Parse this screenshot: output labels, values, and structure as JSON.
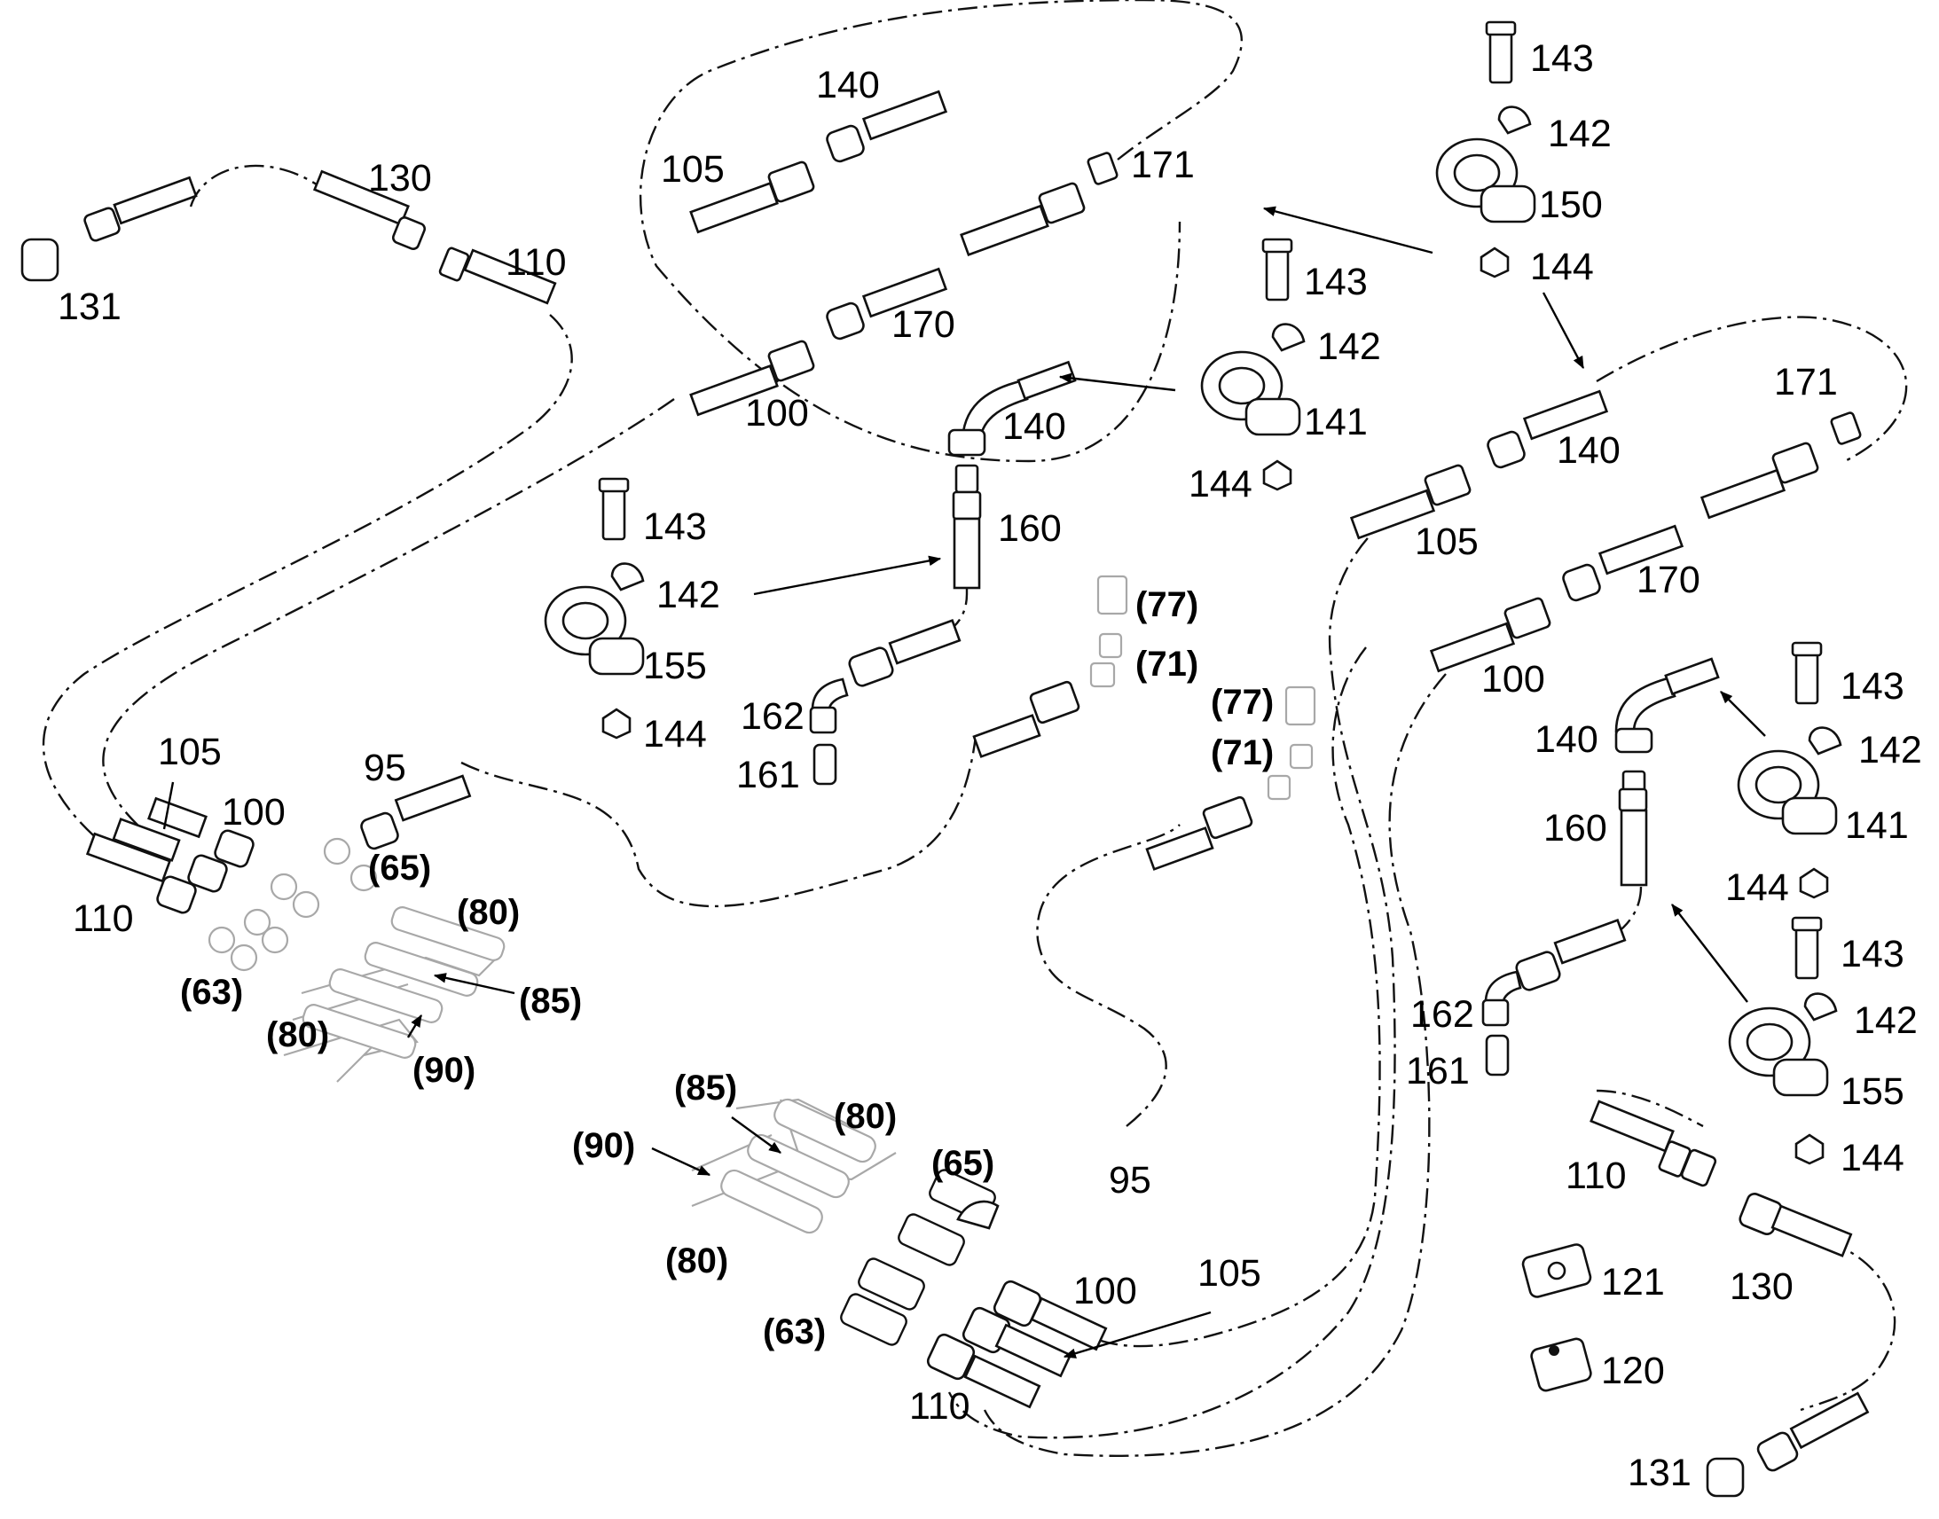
{
  "colors": {
    "line": "#111111",
    "reference_part": "#a8a8a8",
    "background": "#ffffff"
  },
  "labels": [
    {
      "id": "L140a",
      "text": "140"
    },
    {
      "id": "L105a",
      "text": "105"
    },
    {
      "id": "L171a",
      "text": "171"
    },
    {
      "id": "L130a",
      "text": "130"
    },
    {
      "id": "L131a",
      "text": "131"
    },
    {
      "id": "L110a",
      "text": "110"
    },
    {
      "id": "L170a",
      "text": "170"
    },
    {
      "id": "L100a",
      "text": "100"
    },
    {
      "id": "L143a",
      "text": "143"
    },
    {
      "id": "L142a",
      "text": "142"
    },
    {
      "id": "L150",
      "text": "150"
    },
    {
      "id": "L144a",
      "text": "144"
    },
    {
      "id": "L143b",
      "text": "143"
    },
    {
      "id": "L142b",
      "text": "142"
    },
    {
      "id": "L141a",
      "text": "141"
    },
    {
      "id": "L144b",
      "text": "144"
    },
    {
      "id": "L140b",
      "text": "140"
    },
    {
      "id": "L160a",
      "text": "160"
    },
    {
      "id": "L143c",
      "text": "143"
    },
    {
      "id": "L142c",
      "text": "142"
    },
    {
      "id": "L155a",
      "text": "155"
    },
    {
      "id": "L144c",
      "text": "144"
    },
    {
      "id": "L162a",
      "text": "162"
    },
    {
      "id": "L161a",
      "text": "161"
    },
    {
      "id": "L77a",
      "text": "(77)"
    },
    {
      "id": "L71a",
      "text": "(71)"
    },
    {
      "id": "L77b",
      "text": "(77)"
    },
    {
      "id": "L71b",
      "text": "(71)"
    },
    {
      "id": "L105b",
      "text": "105"
    },
    {
      "id": "L100b",
      "text": "100"
    },
    {
      "id": "L95a",
      "text": "95"
    },
    {
      "id": "L110b",
      "text": "110"
    },
    {
      "id": "L65a",
      "text": "(65)"
    },
    {
      "id": "L80a",
      "text": "(80)"
    },
    {
      "id": "L63a",
      "text": "(63)"
    },
    {
      "id": "L85a",
      "text": "(85)"
    },
    {
      "id": "L80b",
      "text": "(80)"
    },
    {
      "id": "L90a",
      "text": "(90)"
    },
    {
      "id": "L171b",
      "text": "171"
    },
    {
      "id": "L140c",
      "text": "140"
    },
    {
      "id": "L105c",
      "text": "105"
    },
    {
      "id": "L170b",
      "text": "170"
    },
    {
      "id": "L100c",
      "text": "100"
    },
    {
      "id": "L140d",
      "text": "140"
    },
    {
      "id": "L160b",
      "text": "160"
    },
    {
      "id": "L143d",
      "text": "143"
    },
    {
      "id": "L142d",
      "text": "142"
    },
    {
      "id": "L141b",
      "text": "141"
    },
    {
      "id": "L144d",
      "text": "144"
    },
    {
      "id": "L143e",
      "text": "143"
    },
    {
      "id": "L142e",
      "text": "142"
    },
    {
      "id": "L155b",
      "text": "155"
    },
    {
      "id": "L144e",
      "text": "144"
    },
    {
      "id": "L162b",
      "text": "162"
    },
    {
      "id": "L161b",
      "text": "161"
    },
    {
      "id": "L85b",
      "text": "(85)"
    },
    {
      "id": "L80c",
      "text": "(80)"
    },
    {
      "id": "L90b",
      "text": "(90)"
    },
    {
      "id": "L65b",
      "text": "(65)"
    },
    {
      "id": "L95b",
      "text": "95"
    },
    {
      "id": "L80d",
      "text": "(80)"
    },
    {
      "id": "L100d",
      "text": "100"
    },
    {
      "id": "L105d",
      "text": "105"
    },
    {
      "id": "L63b",
      "text": "(63)"
    },
    {
      "id": "L110c",
      "text": "110"
    },
    {
      "id": "L110d",
      "text": "110"
    },
    {
      "id": "L121",
      "text": "121"
    },
    {
      "id": "L130b",
      "text": "130"
    },
    {
      "id": "L120",
      "text": "120"
    },
    {
      "id": "L131b",
      "text": "131"
    }
  ]
}
